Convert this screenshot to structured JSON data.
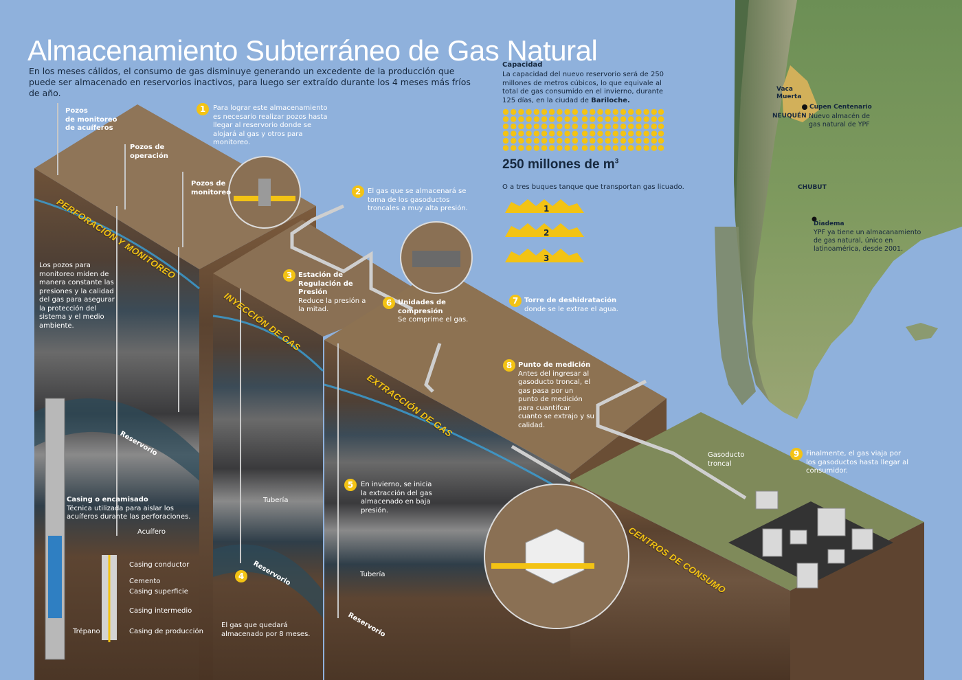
{
  "title": "Almacenamiento Subterráneo de Gas Natural",
  "intro": "En los meses cálidos, el consumo de gas disminuye generando un excedente de la producción que puede ser almacenado en reservorios inactivos, para luego ser extraído durante los 4 meses más fríos de año.",
  "capacity": {
    "heading": "Capacidad",
    "text_a": "La capacidad del nuevo reservorio será de 250 millones de metros cúbicos, lo que equivale al total de gas consumido en el invierno, durante 125 días, en la ciudad de ",
    "text_city": "Bariloche.",
    "big_number": "250 millones de m",
    "big_sup": "3",
    "tanker_text": "O a tres buques tanque que transportan gas licuado.",
    "tankers": [
      "1",
      "2",
      "3"
    ]
  },
  "sections": {
    "s1": "PERFORACIÓN Y MONITOREO",
    "s2": "INYECCIÓN DE GAS",
    "s3": "EXTRACCIÓN DE GAS",
    "s4": "CENTROS DE CONSUMO"
  },
  "wells": {
    "w1a": "Pozos",
    "w1b": "de monitoreo",
    "w1c": "de acuíferos",
    "w2a": "Pozos de",
    "w2b": "operación",
    "w3a": "Pozos de",
    "w3b": "monitoreo"
  },
  "steps": {
    "n1": "1",
    "t1": "Para lograr este almacenamiento es necesario realizar pozos hasta llegar al reservorio donde se alojará al gas y otros para monitoreo.",
    "n2": "2",
    "t2": "El gas que se almacenará se toma de los gasoductos troncales a muy alta presión.",
    "n3": "3",
    "h3": "Estación de Regulación de Presión",
    "t3": "Reduce la presión a la mitad.",
    "n4": "4",
    "t4": "El gas que quedará almacenado por 8 meses.",
    "n5": "5",
    "t5": "En invierno, se inicia la extracción del gas almacenado en baja presión.",
    "n6": "6",
    "h6": "Unidades de compresión",
    "t6": "Se comprime el gas.",
    "n7": "7",
    "h7": "Torre de deshidratación",
    "t7": "donde se le extrae el agua.",
    "n8": "8",
    "h8": "Punto de medición",
    "t8": "Antes del ingresar al gasoducto troncal, el gas pasa por un punto de medición para cuantifcar cuanto se extrajo y su calidad.",
    "n9": "9",
    "t9": "Finalmente, el gas viaja por los gasoductos hasta llegar al consumidor."
  },
  "labels": {
    "monitor_text": "Los pozos para monitoreo miden de manera constante las presiones y la calidad del gas para asegurar la protección del sistema y el medio ambiente.",
    "reservorio": "Reservorio",
    "tuberia": "Tubería",
    "casing_title": "Casing o encamisado",
    "casing_text": "Técnica utilizada para aislar los acuíferos durante las perforaciones.",
    "acuifero": "Acuífero",
    "casing_conductor": "Casing conductor",
    "cemento": "Cemento",
    "casing_superficie": "Casing superficie",
    "casing_intermedio": "Casing intermedio",
    "trepano": "Trépano",
    "casing_produccion": "Casing de producción",
    "gasoducto_a": "Gasoducto",
    "gasoducto_b": "troncal"
  },
  "map": {
    "vaca_a": "Vaca",
    "vaca_b": "Muerta",
    "neuquen": "NEUQUÉN",
    "cupen": "Cupen Centenario",
    "cupen_text": "Nuevo almacén de gas natural de YPF",
    "chubut": "CHUBUT",
    "diadema": "Diadema",
    "diadema_text": "YPF ya tiene un almacanamiento de gas natural, único en latinoamérica, desde 2001."
  },
  "colors": {
    "sky": "#8fb1dc",
    "accent": "#f3c314",
    "dark_text": "#16283e",
    "soil": "#7a5e44"
  }
}
